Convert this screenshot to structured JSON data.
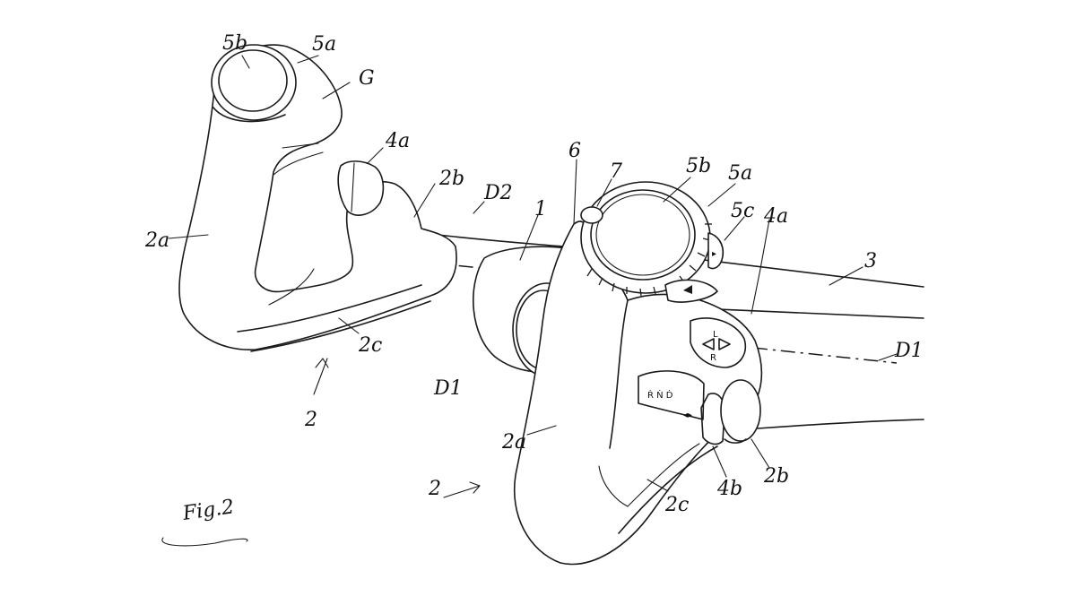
{
  "figure": {
    "caption": "Fig.2"
  },
  "labels": {
    "ref_5b_left": "5b",
    "ref_5a_left": "5a",
    "ref_G": "G",
    "ref_4a_left": "4a",
    "ref_2b_left": "2b",
    "ref_D2": "D2",
    "ref_2a_left": "2a",
    "ref_2c_left": "2c",
    "ref_2_left": "2",
    "ref_6": "6",
    "ref_7": "7",
    "ref_5b_right": "5b",
    "ref_5a_right": "5a",
    "ref_5c": "5c",
    "ref_4a_right": "4a",
    "ref_1": "1",
    "ref_3": "3",
    "ref_D1_right": "D1",
    "ref_D1_center": "D1",
    "ref_2a_right": "2a",
    "ref_2_right": "2",
    "ref_2c_right": "2c",
    "ref_4b": "4b",
    "ref_2b_right": "2b"
  },
  "switch_text": {
    "gear_selector": "Ṙ Ṅ Ḋ",
    "indicator_top": "L",
    "indicator_bottom": "R"
  }
}
